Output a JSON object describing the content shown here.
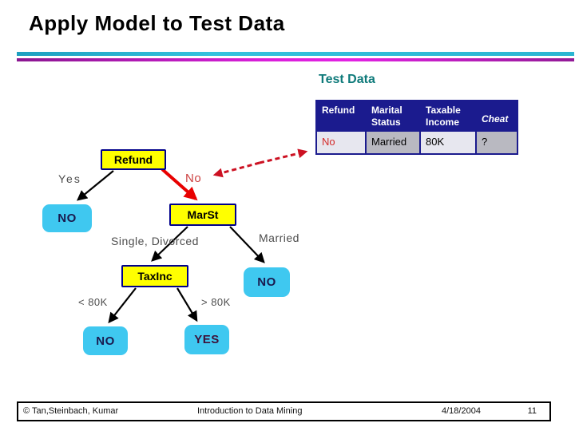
{
  "slide": {
    "title": "Apply Model to Test Data",
    "section_label": "Test Data"
  },
  "test_table": {
    "headers": [
      "Refund",
      "Marital Status",
      "Taxable Income",
      "Cheat"
    ],
    "row": [
      "No",
      "Married",
      "80K",
      "?"
    ]
  },
  "tree": {
    "decision_nodes": [
      "Refund",
      "MarSt",
      "TaxInc"
    ],
    "branch_labels": {
      "refund_yes": "Yes",
      "refund_no": "No",
      "marst_left": "Single, Divorced",
      "marst_right": "Married",
      "taxinc_left": "< 80K",
      "taxinc_right": "> 80K"
    },
    "leaf_nodes": {
      "refund_yes_leaf": "NO",
      "married_leaf": "NO",
      "lt80k_leaf": "NO",
      "gt80k_leaf": "YES"
    }
  },
  "footer": {
    "copyright": "© Tan,Steinbach, Kumar",
    "title": "Introduction to Data Mining",
    "date": "4/18/2004",
    "page_number": "11"
  },
  "colors": {
    "node_fill": "#ffff00",
    "node_border": "#00008b",
    "leaf_fill": "#3fc8f0",
    "table_header_bg": "#1b1b8e",
    "rule_teal": "#2ab5d2",
    "rule_magenta": "#da1fda",
    "highlight_red": "#e80000",
    "dashed_arrow_red": "#cc1122",
    "section_label_color": "#0e7a7a",
    "red_value": "#d42a2a"
  }
}
